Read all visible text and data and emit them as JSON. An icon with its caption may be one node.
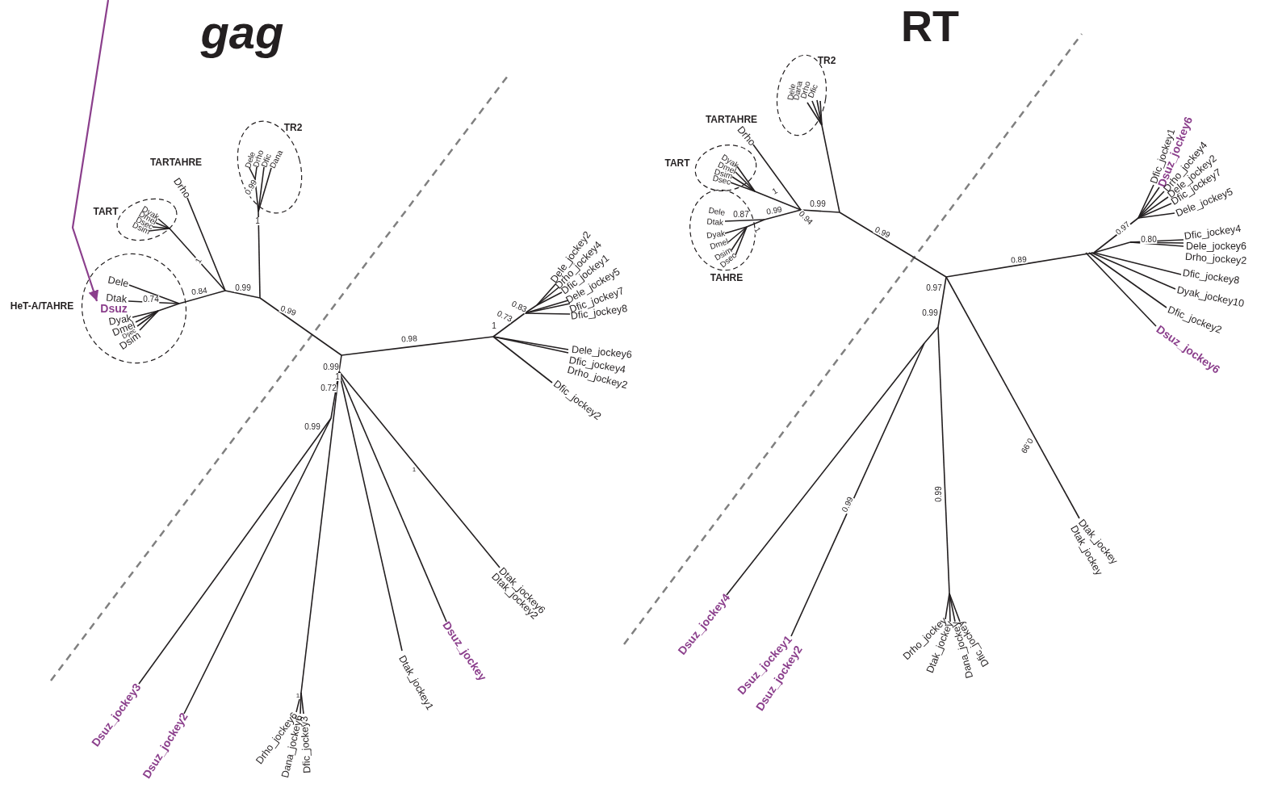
{
  "diagram": {
    "nodes": [
      {
        "text": [
          "TR2",
          "Dele",
          "Drho",
          "Dfic",
          "Dana"
        ]
      },
      {
        "text": [
          "TART",
          "Dyak",
          "Dmel",
          "Dsec",
          "Dsim"
        ]
      },
      {
        "text": [
          "HeT-A/TAHRE",
          "Dele",
          "Dtak",
          "Dyak",
          "Dmel",
          "Dsec",
          "Dsim"
        ]
      },
      {
        "text": [
          "Dsuz"
        ],
        "in": 2
      },
      {
        "text": [
          "TR2",
          "Dele",
          "Dana",
          "Drho",
          "Dfic"
        ]
      },
      {
        "text": [
          "TART",
          "Dyak",
          "Dmel",
          "Dsim",
          "Dsec"
        ]
      },
      {
        "text": [
          "TAHRE",
          "Dele",
          "Dtak",
          "Dyak",
          "Dmel",
          "Dsim",
          "Dsec"
        ]
      }
    ],
    "edges": [
      {
        "from": null,
        "to": 3,
        "arrow": "to",
        "color": "#8b3f8c"
      }
    ],
    "labels": [
      "gag",
      "TARTAHRE",
      "Drho",
      "1",
      "0.99",
      "1",
      "0.74",
      "0.84",
      "0.99",
      "0.99",
      "0.98",
      "1",
      "0.73",
      "0.83",
      "Dele_jockey2",
      "Drho_jockey4",
      "Dfic_jockey1",
      "Dele_jockey5",
      "Dfic_jockey7",
      "Dfic_jockey8",
      "Dele_jockey6",
      "Dfic_jockey4",
      "Drho_jockey2",
      "Dfic_jockey2",
      "0.99",
      "1",
      "0.72",
      "0.99",
      "1",
      "Dtak_jockey6",
      "Dtak_jockey2",
      "Dsuz_jockey",
      "Dtak_jockey1",
      "1",
      "Dsuz_jockey3",
      "Dsuz_jockey2",
      "Drho_jockey6",
      "Dana_jockey6",
      "Dfic_jockey3",
      "RT",
      "TARTAHRE",
      "Drho",
      "1",
      "0.87",
      "0.99",
      "1",
      "0.94",
      "0.99",
      "0.99",
      "0.89",
      "0.97",
      "0.99",
      "0.97",
      "0.80",
      "Dfic_jockey1",
      "Dsuz_jockey6",
      "Drho_jockey4",
      "Dele_jockey2",
      "Dfic_jockey7",
      "Dele_jockey5",
      "Dfic_jockey4",
      "Dele_jockey6",
      "Drho_jockey2",
      "Dfic_jockey8",
      "Dyak_jockey10",
      "Dfic_jockey2",
      "Dsuz_jockey6",
      "0.99",
      "0.99",
      "0.99",
      "Dtak_jockey",
      "Dtak_jockey",
      "Dsuz_jockey4",
      "Dsuz_jockey1",
      "Dsuz_jockey2",
      "Drho_jockey",
      "Dtak_jockey",
      "Dana_jockey",
      "Dfic_jockey"
    ]
  }
}
